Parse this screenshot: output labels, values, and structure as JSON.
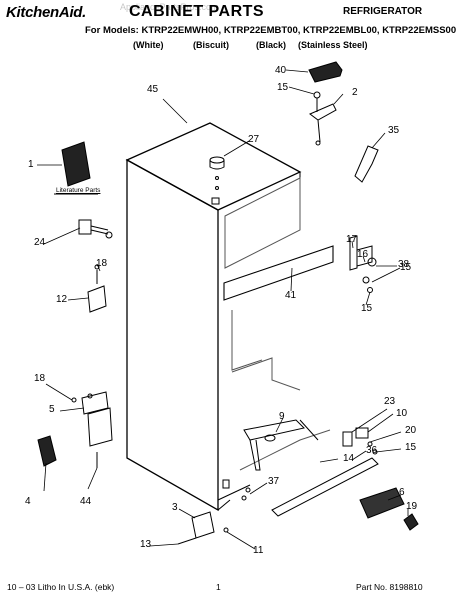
{
  "header": {
    "brand": "KitchenAid.",
    "title": "CABINET PARTS",
    "section": "REFRIGERATOR",
    "models": "For Models: KTRP22EMWH00, KTRP22EMBT00, KTRP22EMBL00, KTRP22EMSS00",
    "colors": [
      "(White)",
      "(Biscuit)",
      "(Black)",
      "(Stainless Steel)"
    ],
    "watermark": "AppliancePartsPros.com"
  },
  "literature_label": "Literature Parts",
  "callouts": [
    "40",
    "15",
    "2",
    "45",
    "27",
    "35",
    "1",
    "17",
    "16",
    "38",
    "24",
    "18",
    "15",
    "12",
    "41",
    "15",
    "18",
    "5",
    "23",
    "9",
    "10",
    "20",
    "15",
    "14",
    "36",
    "4",
    "44",
    "37",
    "6",
    "3",
    "13",
    "19",
    "11"
  ],
  "footer": {
    "left": "10 – 03 Litho In U.S.A. (ebk)",
    "page": "1",
    "part_no": "Part No. 8198810"
  }
}
